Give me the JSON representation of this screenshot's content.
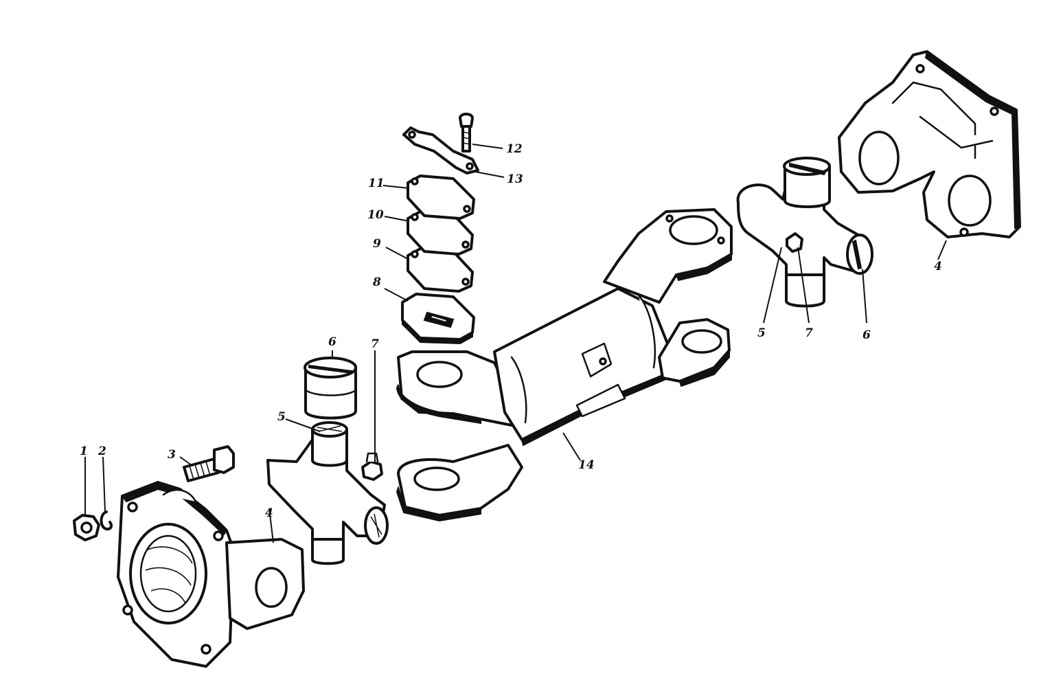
{
  "diagram": {
    "callouts": [
      {
        "id": "c1",
        "label": "1"
      },
      {
        "id": "c2",
        "label": "2"
      },
      {
        "id": "c3",
        "label": "3"
      },
      {
        "id": "c4a",
        "label": "4"
      },
      {
        "id": "c5a",
        "label": "5"
      },
      {
        "id": "c6a",
        "label": "6"
      },
      {
        "id": "c7a",
        "label": "7"
      },
      {
        "id": "c8",
        "label": "8"
      },
      {
        "id": "c9",
        "label": "9"
      },
      {
        "id": "c10",
        "label": "10"
      },
      {
        "id": "c11",
        "label": "11"
      },
      {
        "id": "c12",
        "label": "12"
      },
      {
        "id": "c13",
        "label": "13"
      },
      {
        "id": "c14",
        "label": "14"
      },
      {
        "id": "c5b",
        "label": "5"
      },
      {
        "id": "c7b",
        "label": "7"
      },
      {
        "id": "c6b",
        "label": "6"
      },
      {
        "id": "c4b",
        "label": "4"
      }
    ]
  }
}
